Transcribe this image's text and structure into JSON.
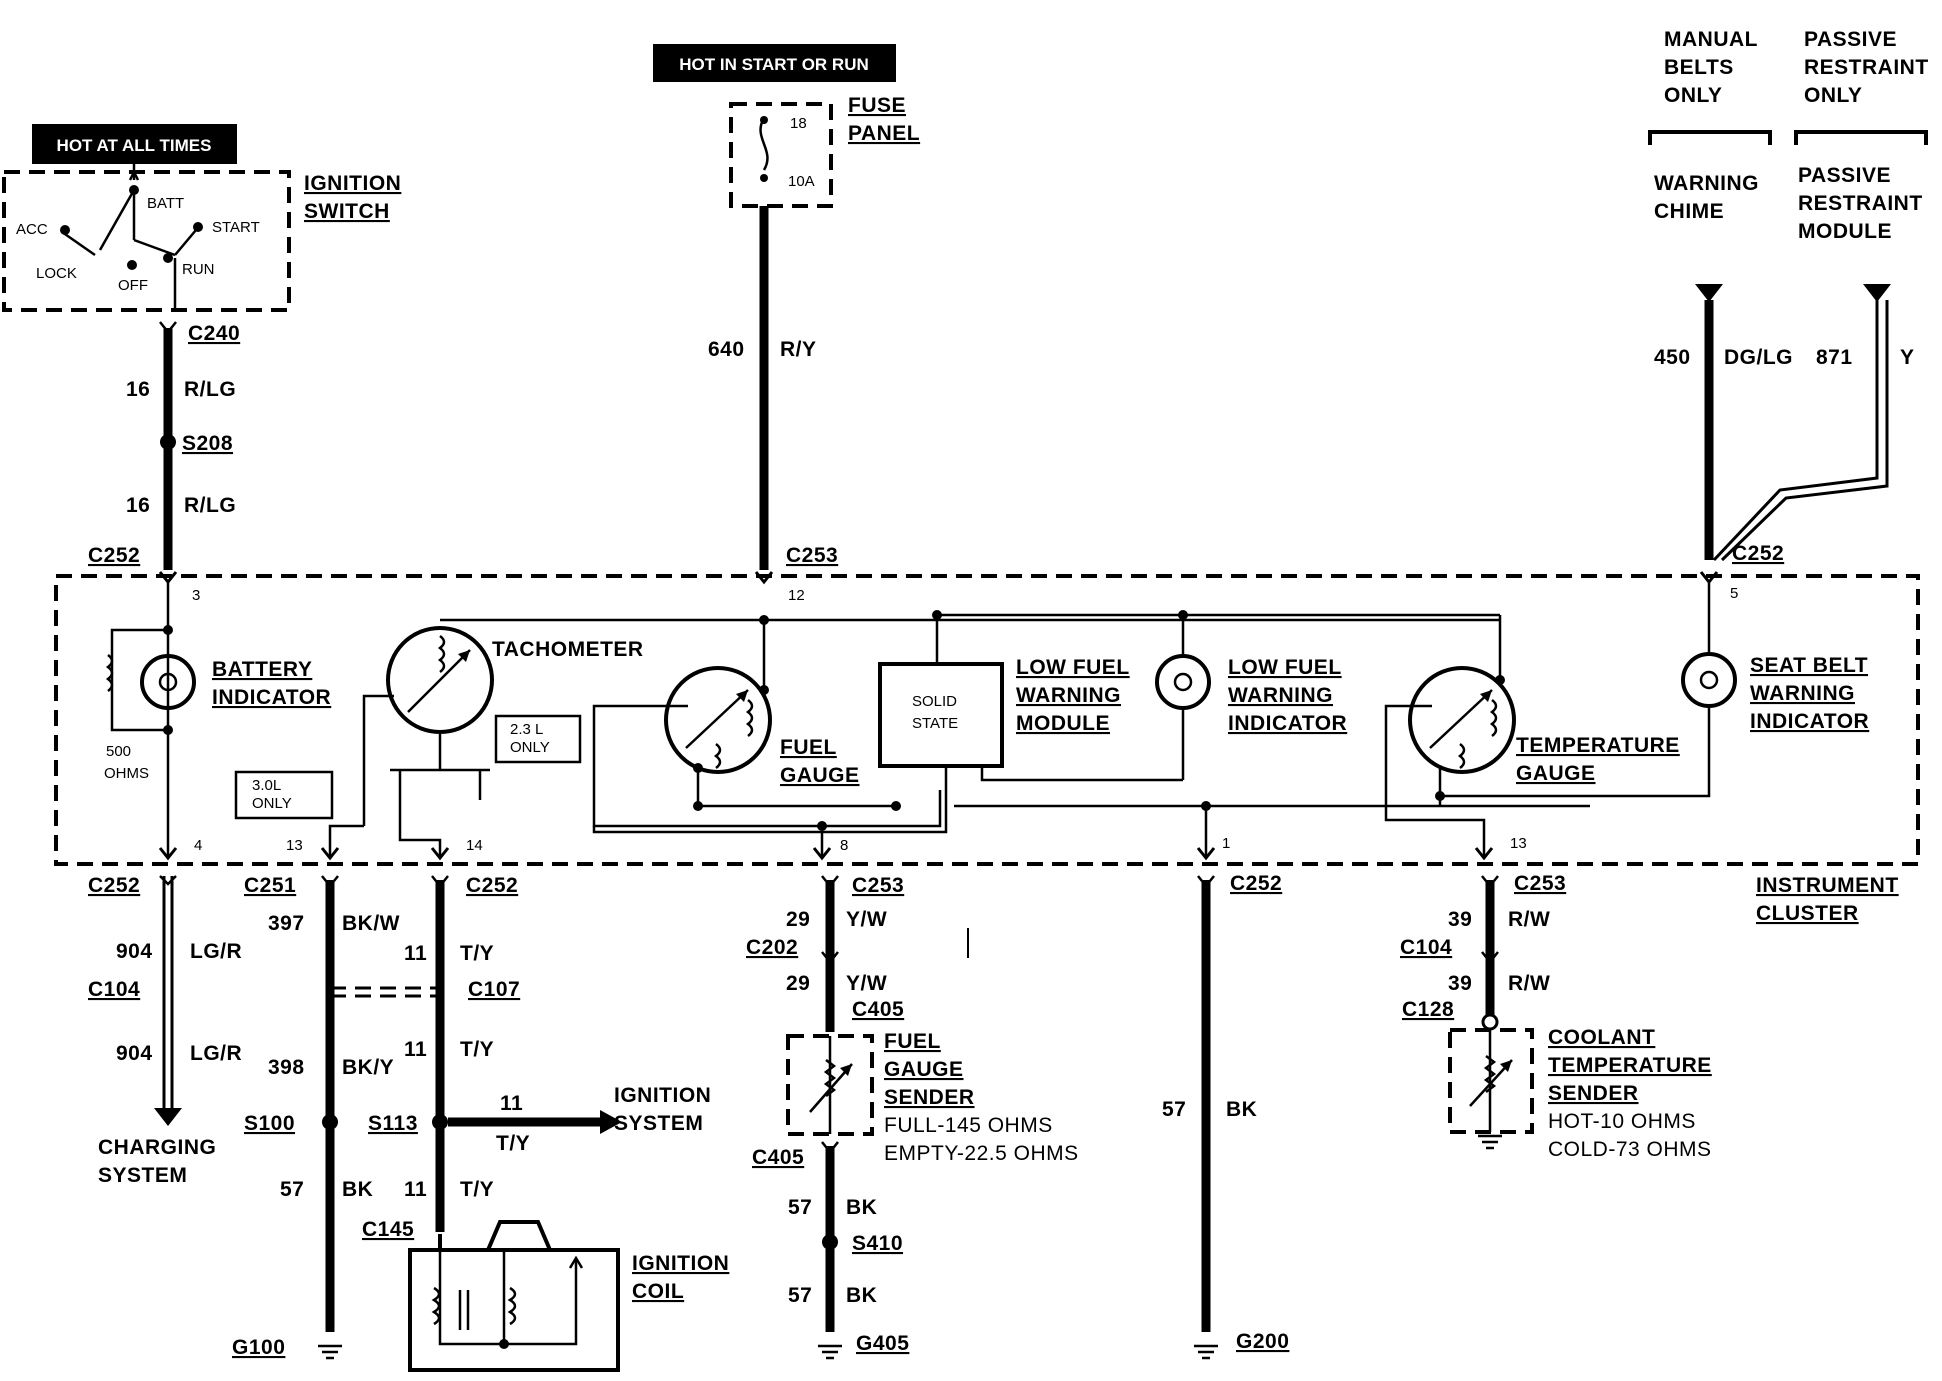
{
  "hot_labels": {
    "all_times": "HOT AT ALL TIMES",
    "start_run": "HOT IN START OR RUN"
  },
  "ignition_switch": {
    "title1": "IGNITION",
    "title2": "SWITCH",
    "positions": [
      "ACC",
      "BATT",
      "START",
      "LOCK",
      "OFF",
      "RUN"
    ]
  },
  "fuse_panel": {
    "title1": "FUSE",
    "title2": "PANEL",
    "fuse_no": "18",
    "rating": "10A"
  },
  "top_right": {
    "col1": [
      "MANUAL",
      "BELTS",
      "ONLY"
    ],
    "col2": [
      "PASSIVE",
      "RESTRAINT",
      "ONLY"
    ],
    "chime": [
      "WARNING",
      "CHIME"
    ],
    "module": [
      "PASSIVE",
      "RESTRAINT",
      "MODULE"
    ]
  },
  "connectors": {
    "c240": "C240",
    "s208": "S208",
    "c252": "C252",
    "c253": "C253",
    "c251": "C251",
    "c104": "C104",
    "c107": "C107",
    "c202": "C202",
    "c405": "C405",
    "c128": "C128",
    "c145": "C145",
    "s100": "S100",
    "s113": "S113",
    "s410": "S410",
    "g100": "G100",
    "g405": "G405",
    "g200": "G200"
  },
  "wires": {
    "w16": "16",
    "rlg": "R/LG",
    "w640": "640",
    "ry": "R/Y",
    "w450": "450",
    "dglg": "DG/LG",
    "w871": "871",
    "y": "Y",
    "w904": "904",
    "lgr": "LG/R",
    "w397": "397",
    "bkw": "BK/W",
    "w11": "11",
    "ty": "T/Y",
    "w398": "398",
    "bky": "BK/Y",
    "w57": "57",
    "bk": "BK",
    "w29": "29",
    "yw": "Y/W",
    "w39": "39",
    "rw": "R/W"
  },
  "pins": {
    "p3": "3",
    "p12": "12",
    "p5": "5",
    "p4": "4",
    "p13": "13",
    "p14": "14",
    "p8": "8",
    "p1": "1"
  },
  "cluster": {
    "battery": [
      "BATTERY",
      "INDICATOR"
    ],
    "ohms": [
      "500",
      "OHMS"
    ],
    "tach": "TACHOMETER",
    "only23": [
      "2.3 L",
      "ONLY"
    ],
    "only30": [
      "3.0L",
      "ONLY"
    ],
    "fuel_gauge": [
      "FUEL",
      "GAUGE"
    ],
    "solid_state": [
      "SOLID",
      "STATE"
    ],
    "lfw_module": [
      "LOW FUEL",
      "WARNING",
      "MODULE"
    ],
    "lfw_indicator": [
      "LOW FUEL",
      "WARNING",
      "INDICATOR"
    ],
    "temp_gauge": [
      "TEMPERATURE",
      "GAUGE"
    ],
    "seatbelt": [
      "SEAT BELT",
      "WARNING",
      "INDICATOR"
    ],
    "title": [
      "INSTRUMENT",
      "CLUSTER"
    ]
  },
  "bottom": {
    "charging": [
      "CHARGING",
      "SYSTEM"
    ],
    "ignition_system": [
      "IGNITION",
      "SYSTEM"
    ],
    "ignition_coil": [
      "IGNITION",
      "COIL"
    ],
    "fuel_sender": [
      "FUEL",
      "GAUGE",
      "SENDER"
    ],
    "fuel_specs": [
      "FULL-145 OHMS",
      "EMPTY-22.5 OHMS"
    ],
    "coolant_sender": [
      "COOLANT",
      "TEMPERATURE",
      "SENDER"
    ],
    "coolant_specs": [
      "HOT-10 OHMS",
      "COLD-73 OHMS"
    ]
  }
}
